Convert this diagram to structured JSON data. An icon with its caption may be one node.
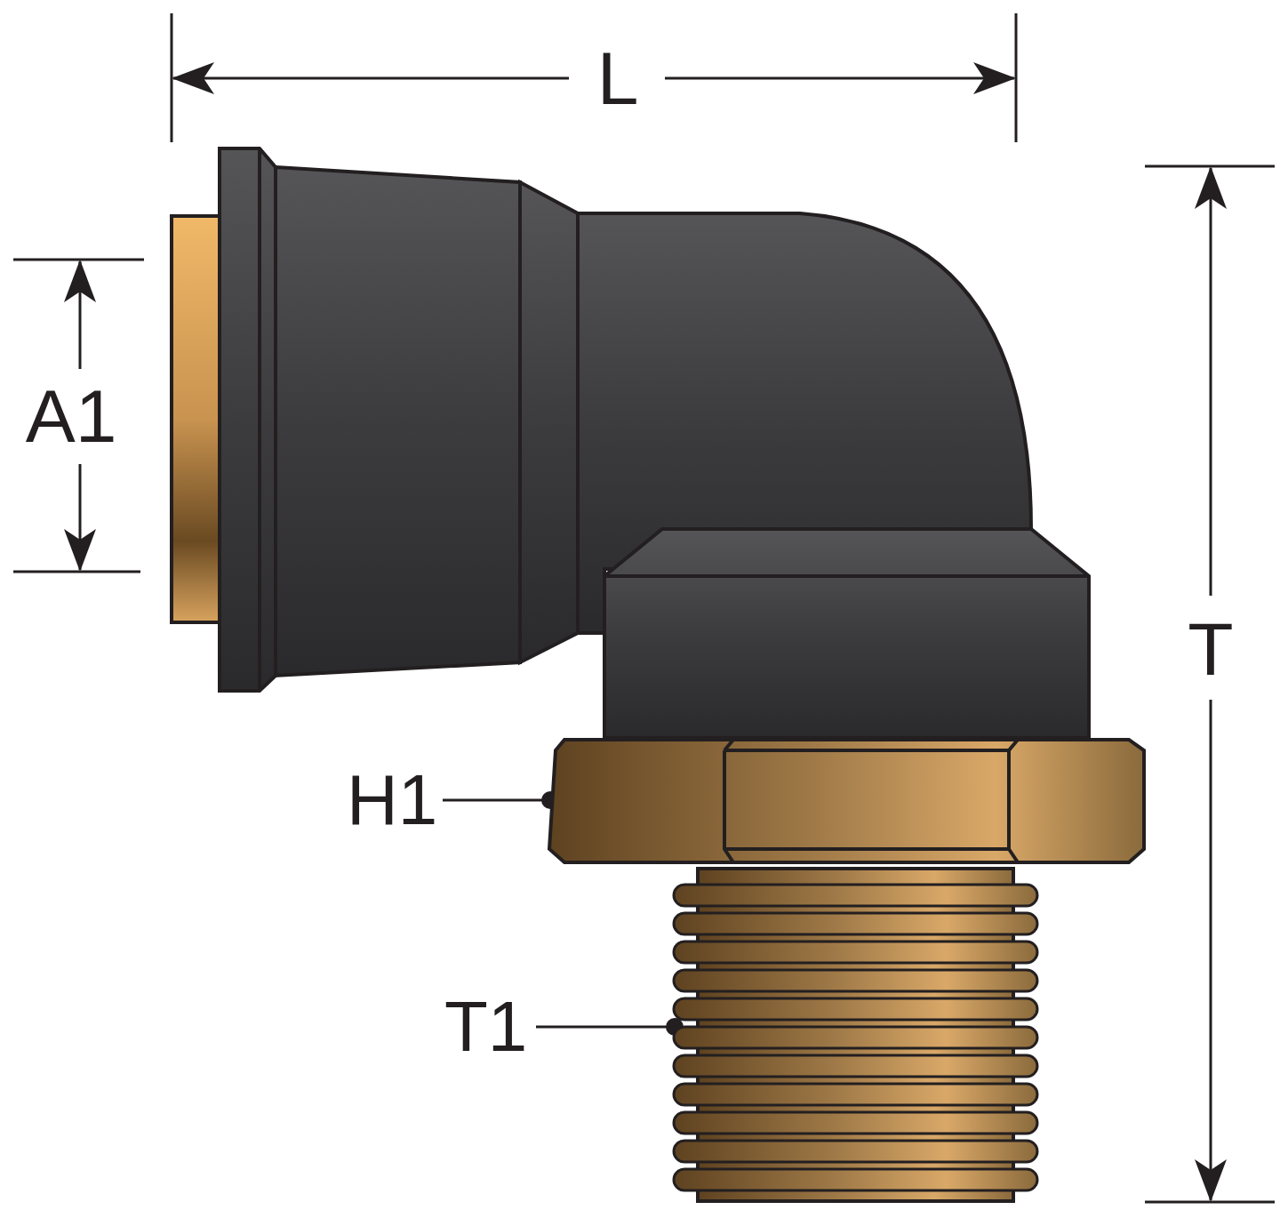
{
  "diagram": {
    "nodes": [
      {
        "text": [
          "H1"
        ]
      },
      {
        "text": [],
        "shape": "picture"
      },
      {
        "text": [
          "T1"
        ]
      },
      {
        "text": [],
        "shape": "picture"
      }
    ],
    "edges": [
      {
        "from": 0,
        "to": 1,
        "arrow": "other"
      },
      {
        "from": 2,
        "to": 3,
        "arrow": "other"
      }
    ],
    "labels": [
      "L",
      "A1",
      "T"
    ]
  }
}
